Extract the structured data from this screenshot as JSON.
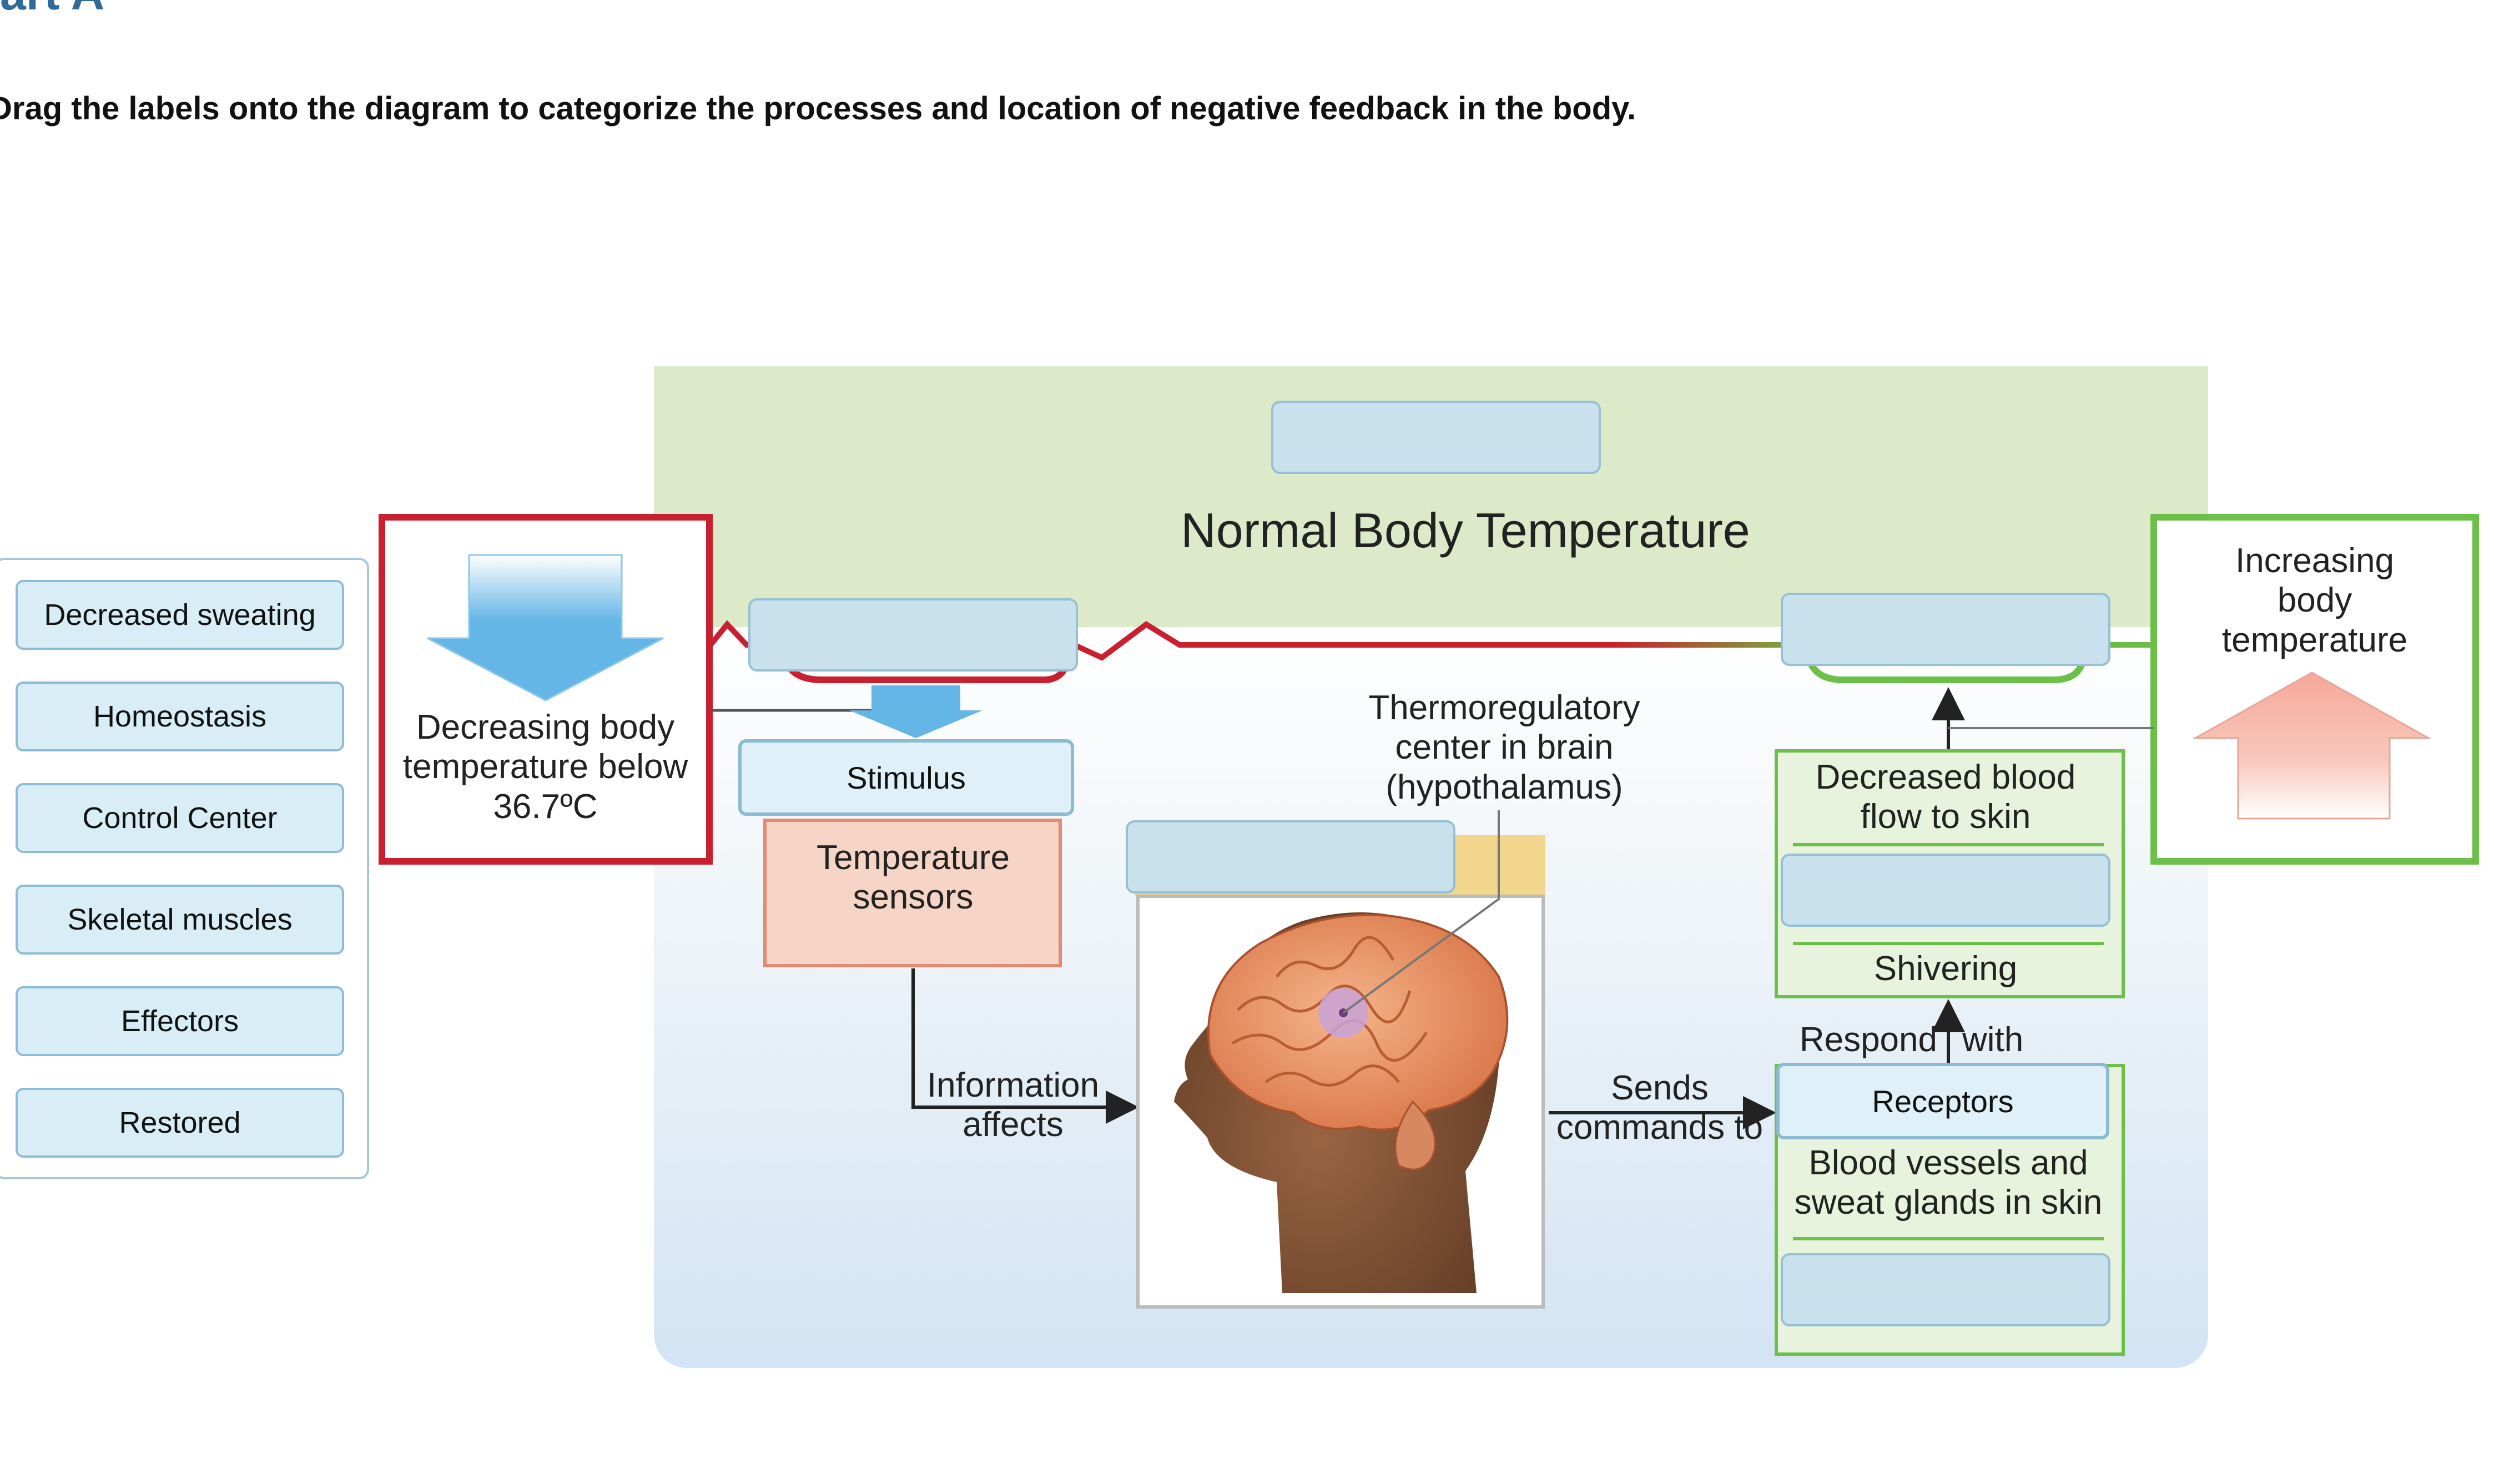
{
  "header": {
    "part_title": "art A",
    "instructions": "Drag the labels onto the diagram to categorize the processes and location of negative feedback in the body."
  },
  "label_bank": {
    "labels": [
      "Decreased sweating",
      "Homeostasis",
      "Control Center",
      "Skeletal muscles",
      "Effectors",
      "Restored"
    ]
  },
  "diagram": {
    "normal_temp": "Normal Body Temperature",
    "decreasing": "Decreasing body temperature below 36.7ºC",
    "increasing": "Increasing body temperature",
    "stimulus": "Stimulus",
    "temp_sensors": "Temperature sensors",
    "thermo_center": "Thermoregulatory center in brain (hypothalamus)",
    "info_affects": "Information affects",
    "sends_commands": "Sends commands to",
    "decreased_blood": "Decreased blood flow to skin",
    "shivering": "Shivering",
    "respond": "Respond",
    "with": "with",
    "receptors": "Receptors",
    "blood_vessels": "Blood vessels and sweat glands in skin"
  },
  "colors": {
    "red_line": "#c8202f",
    "green_line": "#6cc04a",
    "blue_arrow": "#64b6e6",
    "salmon_arrow": "#f5b0a4",
    "drop_target": "#c8e1ec",
    "chip": "#d9edf6"
  }
}
